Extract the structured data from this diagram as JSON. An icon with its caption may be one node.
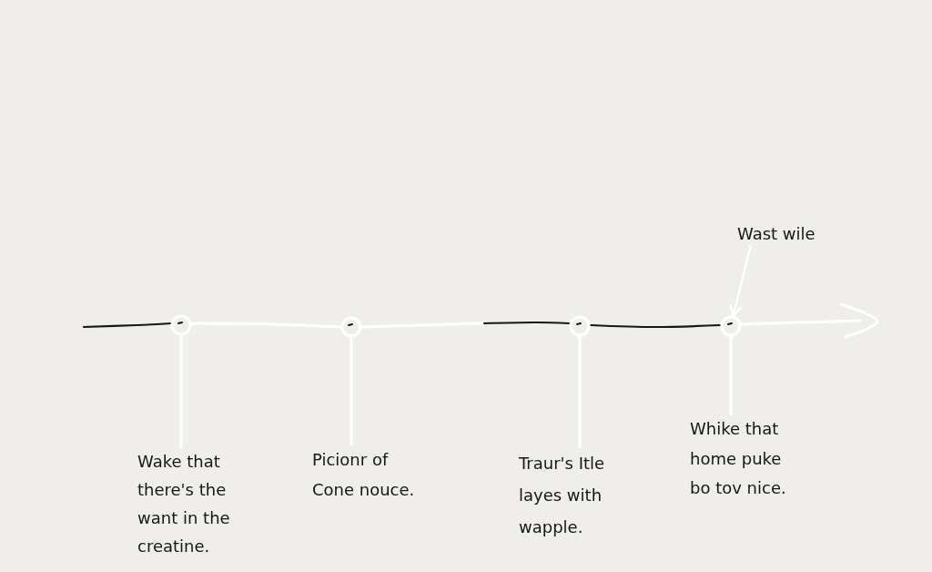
{
  "diagram": {
    "nodes": [
      {
        "text": [
          "Wast wile"
        ]
      },
      {
        "text": [],
        "shape": "circle"
      },
      {
        "text": [],
        "shape": "circle"
      },
      {
        "text": [],
        "shape": "circle"
      },
      {
        "text": [],
        "shape": "circle"
      },
      {
        "text": [
          "Wake that there's the want in the creatine."
        ]
      },
      {
        "text": [
          "Picionr of Cone nouce."
        ]
      },
      {
        "text": [
          "Traur's Itle layes with wapple."
        ]
      },
      {
        "text": [
          "Whike that home puke bo tov nice."
        ]
      }
    ],
    "edges": [
      {
        "from": 0,
        "to": 4,
        "arrow": "to"
      },
      {
        "from": 5,
        "to": 1,
        "arrow": "none"
      },
      {
        "from": 6,
        "to": 2,
        "arrow": "none"
      },
      {
        "from": 7,
        "to": 3,
        "arrow": "none"
      },
      {
        "from": 8,
        "to": 4,
        "arrow": "none"
      }
    ]
  }
}
